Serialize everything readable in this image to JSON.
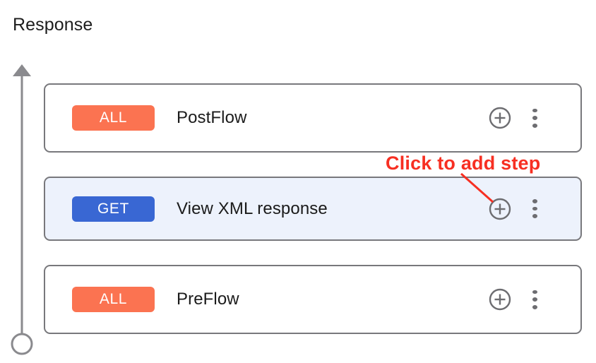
{
  "page": {
    "title": "Response"
  },
  "timeline": {
    "direction_icon": "up-arrow-icon",
    "endpoint_icon": "circle-endpoint-icon",
    "line_color": "#8a8a8e"
  },
  "annotation": {
    "text": "Click to add step",
    "color": "#f72f22",
    "points_to": "add-step-button-row-2"
  },
  "icons": {
    "add_step": "plus-circle-icon",
    "more_options": "kebab-menu-icon"
  },
  "colors": {
    "badge_all": "#fb7351",
    "badge_get": "#3967d3",
    "selected_row": "#edf2fc",
    "card_border": "#78787c",
    "icon_gray": "#6d6d71"
  },
  "flows": [
    {
      "badge": "ALL",
      "badge_type": "all",
      "name": "PostFlow",
      "selected": false,
      "add_label": "Add step",
      "menu_label": "More options"
    },
    {
      "badge": "GET",
      "badge_type": "get",
      "name": "View XML response",
      "selected": true,
      "add_label": "Add step",
      "menu_label": "More options"
    },
    {
      "badge": "ALL",
      "badge_type": "all",
      "name": "PreFlow",
      "selected": false,
      "add_label": "Add step",
      "menu_label": "More options"
    }
  ]
}
